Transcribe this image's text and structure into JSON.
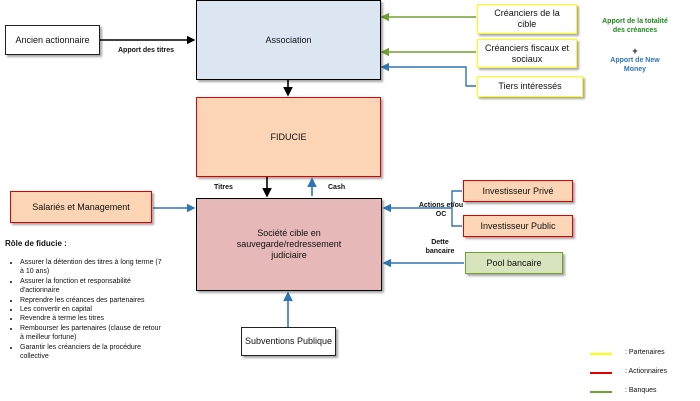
{
  "boxes": {
    "ancien": "Ancien actionnaire",
    "association": "Association",
    "creanciers_cible": "Créanciers de la cible",
    "creanciers_fiscaux": "Créanciers fiscaux et sociaux",
    "tiers": "Tiers intéressés",
    "fiducie": "FIDUCIE",
    "salaries": "Salariés et Management",
    "societe": "Société cible en sauvegarde/redressement judiciaire",
    "investisseur_prive": "Investisseur Privé",
    "investisseur_public": "Investisseur Public",
    "pool": "Pool bancaire",
    "subventions": "Subventions Publique"
  },
  "labels": {
    "apport_titres": "Apport des titres",
    "titres": "Titres",
    "cash": "Cash",
    "actions": "Actions et/ou OC",
    "dette": "Dette bancaire",
    "apport_totalite": "Apport de la totalité des créances",
    "plus": "+",
    "new_money": "Apport de New Money"
  },
  "role": {
    "title": "Rôle de fiducie :",
    "items": [
      "Assurer la détention des titres à long terme (7 à 10 ans)",
      "Assurer la fonction et responsabilité d'actionnaire",
      "Reprendre les créances des partenaires",
      "Les convertir en capital",
      "Revendre à terme les titres",
      "Rembourser les partenaires (clause de retour à meilleur fortune)",
      "Garantir les créanciers de la procédure collective"
    ]
  },
  "legend": [
    {
      "text": ": Partenaires",
      "color": "#ffff00"
    },
    {
      "text": ": Actionnaires",
      "color": "#e00000"
    },
    {
      "text": ": Banques",
      "color": "#70a030"
    }
  ],
  "colors": {
    "association_fill": "#dce6f2",
    "fiducie_fill": "#fbd5b5",
    "societe_fill": "#e6b9b8",
    "pool_fill": "#d7e4bd",
    "yellow": "#ffff00",
    "red": "#e00000",
    "green_arrow": "#70a030",
    "blue_arrow": "#2e75b6",
    "green_text": "#1f8a1f",
    "blue_text": "#2e75b6"
  }
}
